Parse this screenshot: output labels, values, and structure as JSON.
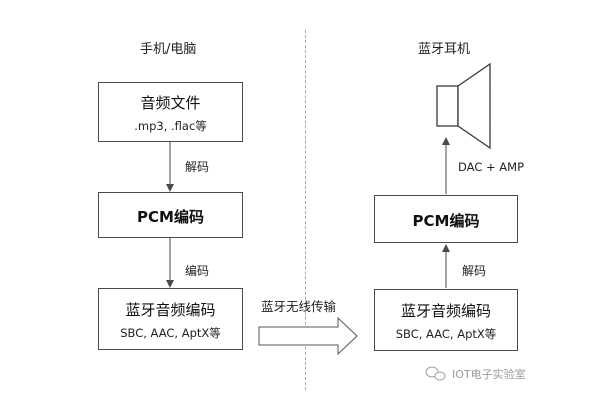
{
  "left_panel": {
    "heading": "手机/电脑",
    "audio_file_box": {
      "title": "音频文件",
      "subtitle": ".mp3, .flac等"
    },
    "decode_label": "解码",
    "pcm_box": {
      "title": "PCM编码"
    },
    "encode_label": "编码",
    "bt_codec_box": {
      "title": "蓝牙音频编码",
      "subtitle": "SBC, AAC, AptX等"
    }
  },
  "transfer": {
    "label": "蓝牙无线传输"
  },
  "right_panel": {
    "heading": "蓝牙耳机",
    "speaker_icon": "speaker-icon",
    "dac_label": "DAC + AMP",
    "pcm_box": {
      "title": "PCM编码"
    },
    "decode_label": "解码",
    "bt_codec_box": {
      "title": "蓝牙音频编码",
      "subtitle": "SBC, AAC, AptX等"
    }
  },
  "watermark": {
    "text": "IOT电子实验室",
    "icon": "wechat-icon"
  }
}
